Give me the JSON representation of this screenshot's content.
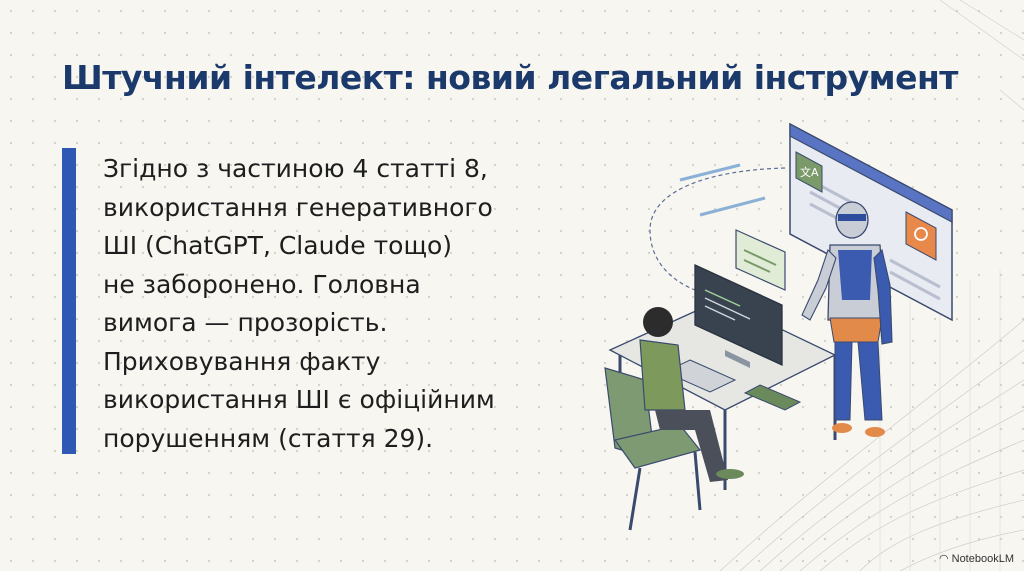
{
  "slide": {
    "title": "Штучний інтелект: новий легальний інструмент",
    "body": "Згідно з частиною 4 статті 8,\nвикористання генеративного\nШІ (ChatGPT, Claude тощо)\nне заборонено. Головна\nвимога — прозорість.\nПриховування факту\nвикористання ШІ є офіційним\nпорушенням (стаття 29).",
    "accent_color": "#2f58b5",
    "title_color": "#1b3a6b"
  },
  "illustration": {
    "screen_icon_text": "文A",
    "icons": [
      "translate-icon",
      "lightbulb-icon",
      "chat-bubble-icon",
      "robot",
      "person-at-computer"
    ]
  },
  "branding": {
    "label": "NotebookLM",
    "icon": "notebooklm-icon"
  }
}
